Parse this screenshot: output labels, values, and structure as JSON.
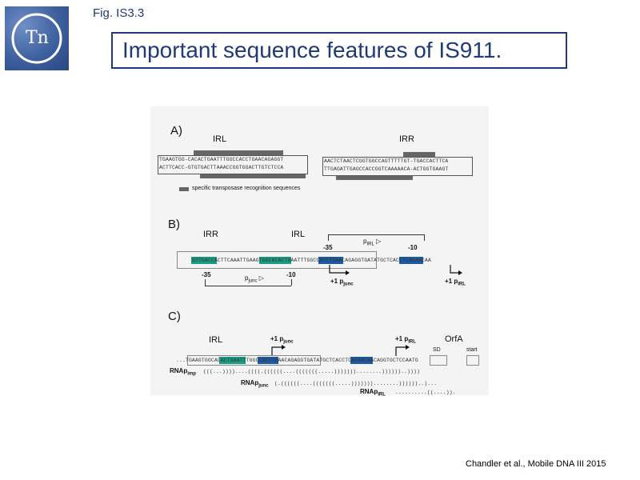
{
  "header": {
    "fig_id": "Fig. IS3.3",
    "title": "Important sequence features of IS911.",
    "logo_text": "Tn"
  },
  "panel_a": {
    "letter": "A)",
    "irl_label": "IRL",
    "irr_label": "IRR",
    "irl_top": "TGAAGTGG-CACACTGAATTTGGCCACCTGAACAGAGGT",
    "irl_bottom": "ACTTCACC-GTGTGACTTAAACCGGTGGACTTGTCTCCA",
    "irr_top": "AACTCTAACTCGGTGGCCAGTTTTTGT-TGACCACTTCA",
    "irr_bottom": "TTGAGATTGAGCCACCGGTCAAAAACA-ACTGGTGAAGT",
    "legend": "specific transposase recognition sequences"
  },
  "panel_b": {
    "letter": "B)",
    "irr_label": "IRR",
    "irl_label": "IRL",
    "sequence": "GTTGACCACTTCAAATTGAAGTGGCACACTGAATTTGGCCACCTGAACAGAGGTGATATGCTCACCTCAGAACAA",
    "minus35_a": "-35",
    "minus10_a": "-10",
    "minus35_b": "-35",
    "minus10_b": "-10",
    "p_irl": "p",
    "p_irl_sub": "IRL",
    "p_junc": "p",
    "p_junc_sub": "junc",
    "plus1_junc": "+1 p",
    "plus1_junc_sub": "junc",
    "plus1_irl": "+1 p",
    "plus1_irl_sub": "IRL"
  },
  "panel_c": {
    "letter": "C)",
    "irl_label": "IRL",
    "plus1_junc": "+1 p",
    "plus1_junc_sub": "junc",
    "plus1_irl": "+1 p",
    "plus1_irl_sub": "IRL",
    "orfa": "OrfA",
    "sd": "SD",
    "start": "start",
    "sequence": "...TGAAGTGGCACACTGAATTTGGCCACCTGAACAGAGGTGATATGCTCACCTCAGAACAACAGGTGCTCCAATG",
    "rna_imp_label": "RNAp",
    "rna_imp_sub": "imp",
    "rna_imp": "(((...))))....((((.((((((....(((((((.....)))))))........))))))..))))",
    "rna_junc_label": "RNAp",
    "rna_junc_sub": "junc",
    "rna_junc": "(.((((((....(((((((.....)))))))........))))))..)...",
    "rna_irl_label": "RNAp",
    "rna_irl_sub": "IRL",
    "rna_irl": "..........((....))."
  },
  "citation": "Chandler et al., Mobile DNA III 2015",
  "colors": {
    "navy": "#1f3a78",
    "teal": "#1a9c83",
    "blue": "#1f5aa5",
    "red": "#d8432a"
  }
}
